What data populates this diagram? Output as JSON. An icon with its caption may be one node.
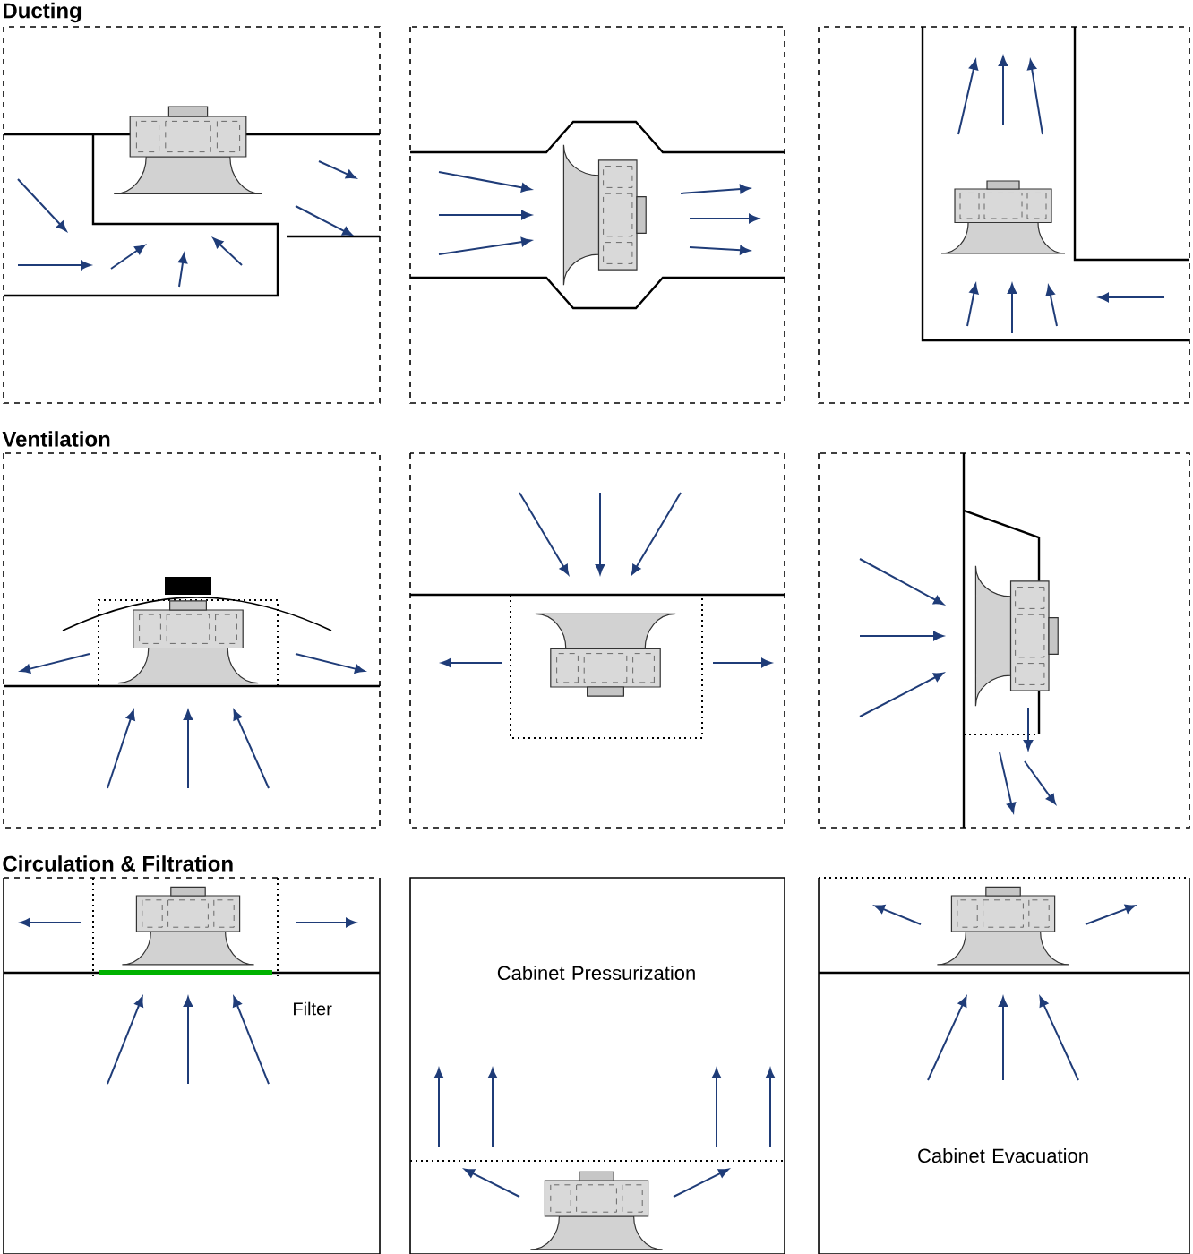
{
  "diagram": {
    "labels": [
      "Ducting",
      "Ventilation",
      "Circulation & Filtration",
      "Filter",
      "Cabinet Pressurization",
      "Cabinet Evacuation"
    ]
  }
}
